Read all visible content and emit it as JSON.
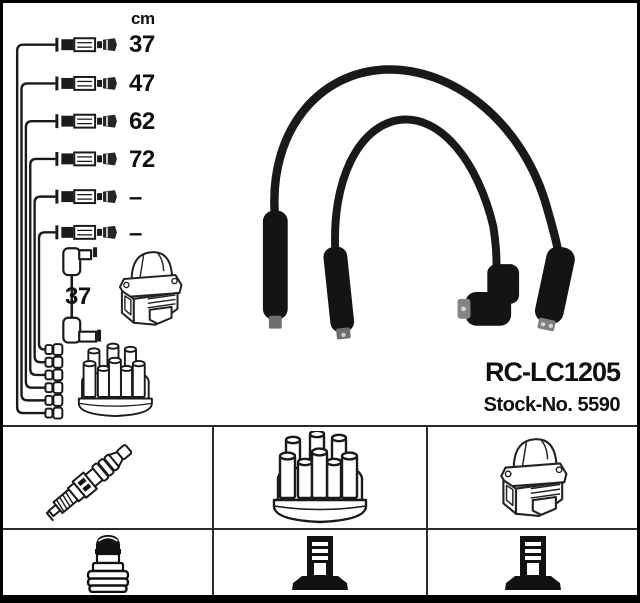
{
  "product": {
    "part_number": "RC-LC1205",
    "stock_number": "Stock-No. 5590"
  },
  "length_table": {
    "unit": "cm",
    "cable_lengths": [
      "37",
      "47",
      "62",
      "72",
      "–",
      "–"
    ],
    "coil_wire_length": "37"
  },
  "diagram": {
    "cable_count": 6,
    "drawings": [
      "cable-length-schematic",
      "coil-wire",
      "ignition-coil",
      "distributor-cap",
      "two-ignition-cables-photo"
    ]
  },
  "legend": {
    "icons": [
      "spark-plug-icon",
      "distributor-cap-icon",
      "ignition-coil-icon",
      "plug-cover-icon",
      "terminal-icon",
      "terminal-icon"
    ]
  },
  "colors": {
    "background": "#ffffff",
    "frame": "#000000",
    "line_art": "#1a1a1a",
    "cable_black": "#191919",
    "grid_line": "#2b2b2b"
  }
}
